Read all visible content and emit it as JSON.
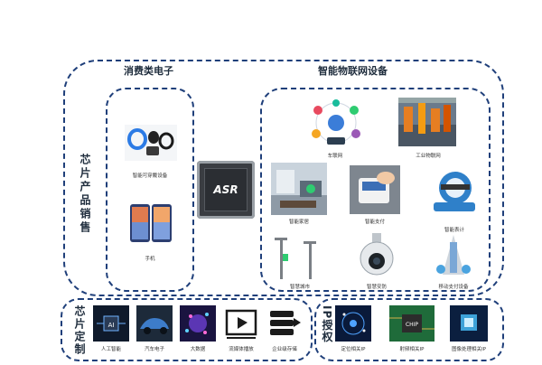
{
  "sections": {
    "chip_sales": "芯片产品销售",
    "consumer": "消费类电子",
    "iot": "智能物联网设备",
    "custom": "芯片定制",
    "ip": "IP授权"
  },
  "chip": {
    "brand": "ASR"
  },
  "consumer_items": [
    {
      "caption": "智能可穿戴设备"
    },
    {
      "caption": "手机"
    }
  ],
  "iot_items": [
    {
      "caption": "车联网"
    },
    {
      "caption": "工业物联网"
    },
    {
      "caption": "智能家居"
    },
    {
      "caption": "智能支付"
    },
    {
      "caption": "智能表计"
    },
    {
      "caption": "智慧城市"
    },
    {
      "caption": "智慧安防"
    },
    {
      "caption": "移动支付设备"
    }
  ],
  "custom_items": [
    {
      "caption": "人工智能"
    },
    {
      "caption": "汽车电子"
    },
    {
      "caption": "大数据"
    },
    {
      "caption": "流媒体播放"
    },
    {
      "caption": "企业级存储"
    }
  ],
  "ip_items": [
    {
      "caption": "定位相关IP"
    },
    {
      "caption": "射频相关IP"
    },
    {
      "caption": "图像处理相关IP"
    }
  ]
}
